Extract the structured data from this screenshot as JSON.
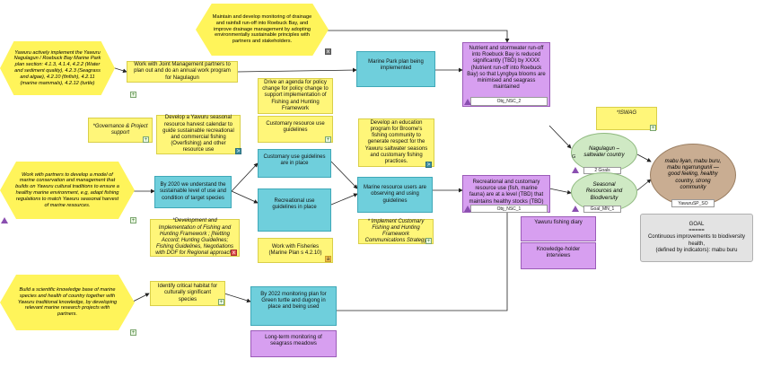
{
  "nodes": {
    "hex_top": "Maintain and develop monitoring of drainage and rainfall run-off into Roebuck Bay, and improve drainage management by adopting environmentally sustainable principles with partners and stakeholders.",
    "hex_left1": "Yawuru actively implement the Yawuru Nagulagun / Roebuck Bay Marine Park plan section: 4.1.3, 4.1.4, 4.2.2 (Water and sediment quality), 4.2.3 (Seagrass and algae), 4.2.10 (finfish), 4.2.11 (marine mammals), 4.2.12 (turtle)",
    "hex_left2": "Work with partners to develop a model of marine conservation and management that builds on Yawuru cultural traditions to ensure a healthy marine environment, e.g, adapt fishing regulations to match Yawuru seasonal harvest of marine resources.",
    "hex_left3": "Build a scientific knowledge base of marine species and health of country together with Yawuru traditional knowledge, by developing relevant marine research projects with partners.",
    "work_joint": "Work with Joint Management partners to plan out and do an annual work program for Nagulagun",
    "agenda": "Drive an agenda for policy change for policy change to support implementation of Fishing and Hunting Framework",
    "marine_park": "Marine Park plan being implemented",
    "governance": "*Governance & Project support",
    "seasonal_calendar": "Develop a Yawuru seasonal resource harvest calendar to guide sustainable recreational and commercial fishing (Overfishing) and other resource use",
    "customary_guidelines": "Customary resource use guidelines",
    "education": "Develop an education program for Broome's fishing community to generate respect for the Yawuru saltwater seasons and customary fishing practices.",
    "by2020": "By 2020 we understand the sustainable level of use and condition of target species",
    "customary_place": "Customary use guidelines are in place",
    "recreational_place": "Recreational use guidelines in place",
    "marine_users": "Marine resource users are observing and using guidelines",
    "dev_impl": "*Development and Implementation of Fishing and Hunting Framework ; [Netting Accord; Hunting Guidelines; Fishing Guidelines, Negotiations with DOF for Regional approach)",
    "work_fisheries": "Work with Fisheries (Marine Plan s 4.2.10)",
    "impl_comm": "* Implement Customary Fishing and Hunting Framework Communications Strategy",
    "identify": "Identify critical habitat for culturally significant species",
    "by2022": "By 2022 monitoring plan for Green turtle and dugong in place and being used",
    "seagrass": "Long-term monitoring of seagrass meadows",
    "nutrient": "Nutrient and stormwater run-off into Roebuck Bay is reduced significantly (TBD) by XXXX (Nutrient run-off into Roebuck Bay) so that Lyngbya blooms are minimised and seagrass maintained",
    "obj_nsc2": "Obj_NSC_2",
    "recreational_customary": "Recreational and customary resource use (fish, marine fauna) are at a level (TBD) that maintains healthy stocks (TBD)",
    "obj_nsc1": "Obj_NSC_1",
    "diary": "Yawuru fishing diary",
    "knowledge": "Knowledge-holder interviews",
    "iswag": "*ISWAG",
    "nagulagun": "Nagulagun – saltwater country",
    "g_letter": "G",
    "two_goals": "2 Goals",
    "seasonal_resources": "Seasonal Resources and Biodiversity",
    "goal_mn1": "Goal_MN_1",
    "mabu": "mabu liyan, mabu buru, mabu ngarrungunil — good feeling, healthy country, strong community",
    "yawuru_so": "YawuruSP_SO",
    "goal_text": "GOAL\n=====\nContinuous improvements to biodiversity health,\n(defined by indicators): mabu buru"
  },
  "colors": {
    "hexagon": "#fff45a",
    "strategy": "#fff679",
    "result": "#6fcfdc",
    "objective": "#d79ff0",
    "target": "#cfe9c4",
    "scope": "#c9ad92"
  }
}
